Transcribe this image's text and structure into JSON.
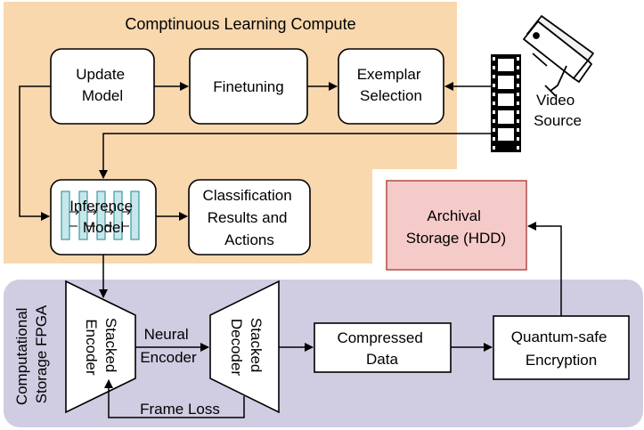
{
  "continuous_region": {
    "title": "Comptinuous Learning Compute",
    "bg_color": "#f9d8ae"
  },
  "fpga_region": {
    "title_line1": "Computational",
    "title_line2": "Storage FPGA",
    "bg_color": "#d0cce2"
  },
  "nodes": {
    "update_model": {
      "line1": "Update",
      "line2": "Model"
    },
    "finetuning": {
      "line1": "Finetuning"
    },
    "exemplar_selection": {
      "line1": "Exemplar",
      "line2": "Selection"
    },
    "video_source": {
      "line1": "Video",
      "line2": "Source"
    },
    "inference_model": {
      "line1": "Inference",
      "line2": "Model"
    },
    "classification": {
      "line1": "Classification",
      "line2": "Results and",
      "line3": "Actions"
    },
    "archival_storage": {
      "line1": "Archival",
      "line2": "Storage (HDD)",
      "fill": "#f5cbc9",
      "stroke": "#b85450"
    },
    "stacked_encoder": {
      "line1": "Stacked",
      "line2": "Encoder"
    },
    "stacked_decoder": {
      "line1": "Stacked",
      "line2": "Decoder"
    },
    "compressed_data": {
      "line1": "Compressed",
      "line2": "Data"
    },
    "quantum_encryption": {
      "line1": "Quantum-safe",
      "line2": "Encryption"
    }
  },
  "edge_labels": {
    "neural_encoder_line1": "Neural",
    "neural_encoder_line2": "Encoder",
    "frame_loss": "Frame Loss"
  },
  "icons": {
    "camera": "security-camera-icon",
    "film": "film-strip-icon",
    "network": "neural-network-icon"
  },
  "colors": {
    "nn_layer": "#c8e7ea",
    "nn_layer_stroke": "#3a9aa8"
  }
}
